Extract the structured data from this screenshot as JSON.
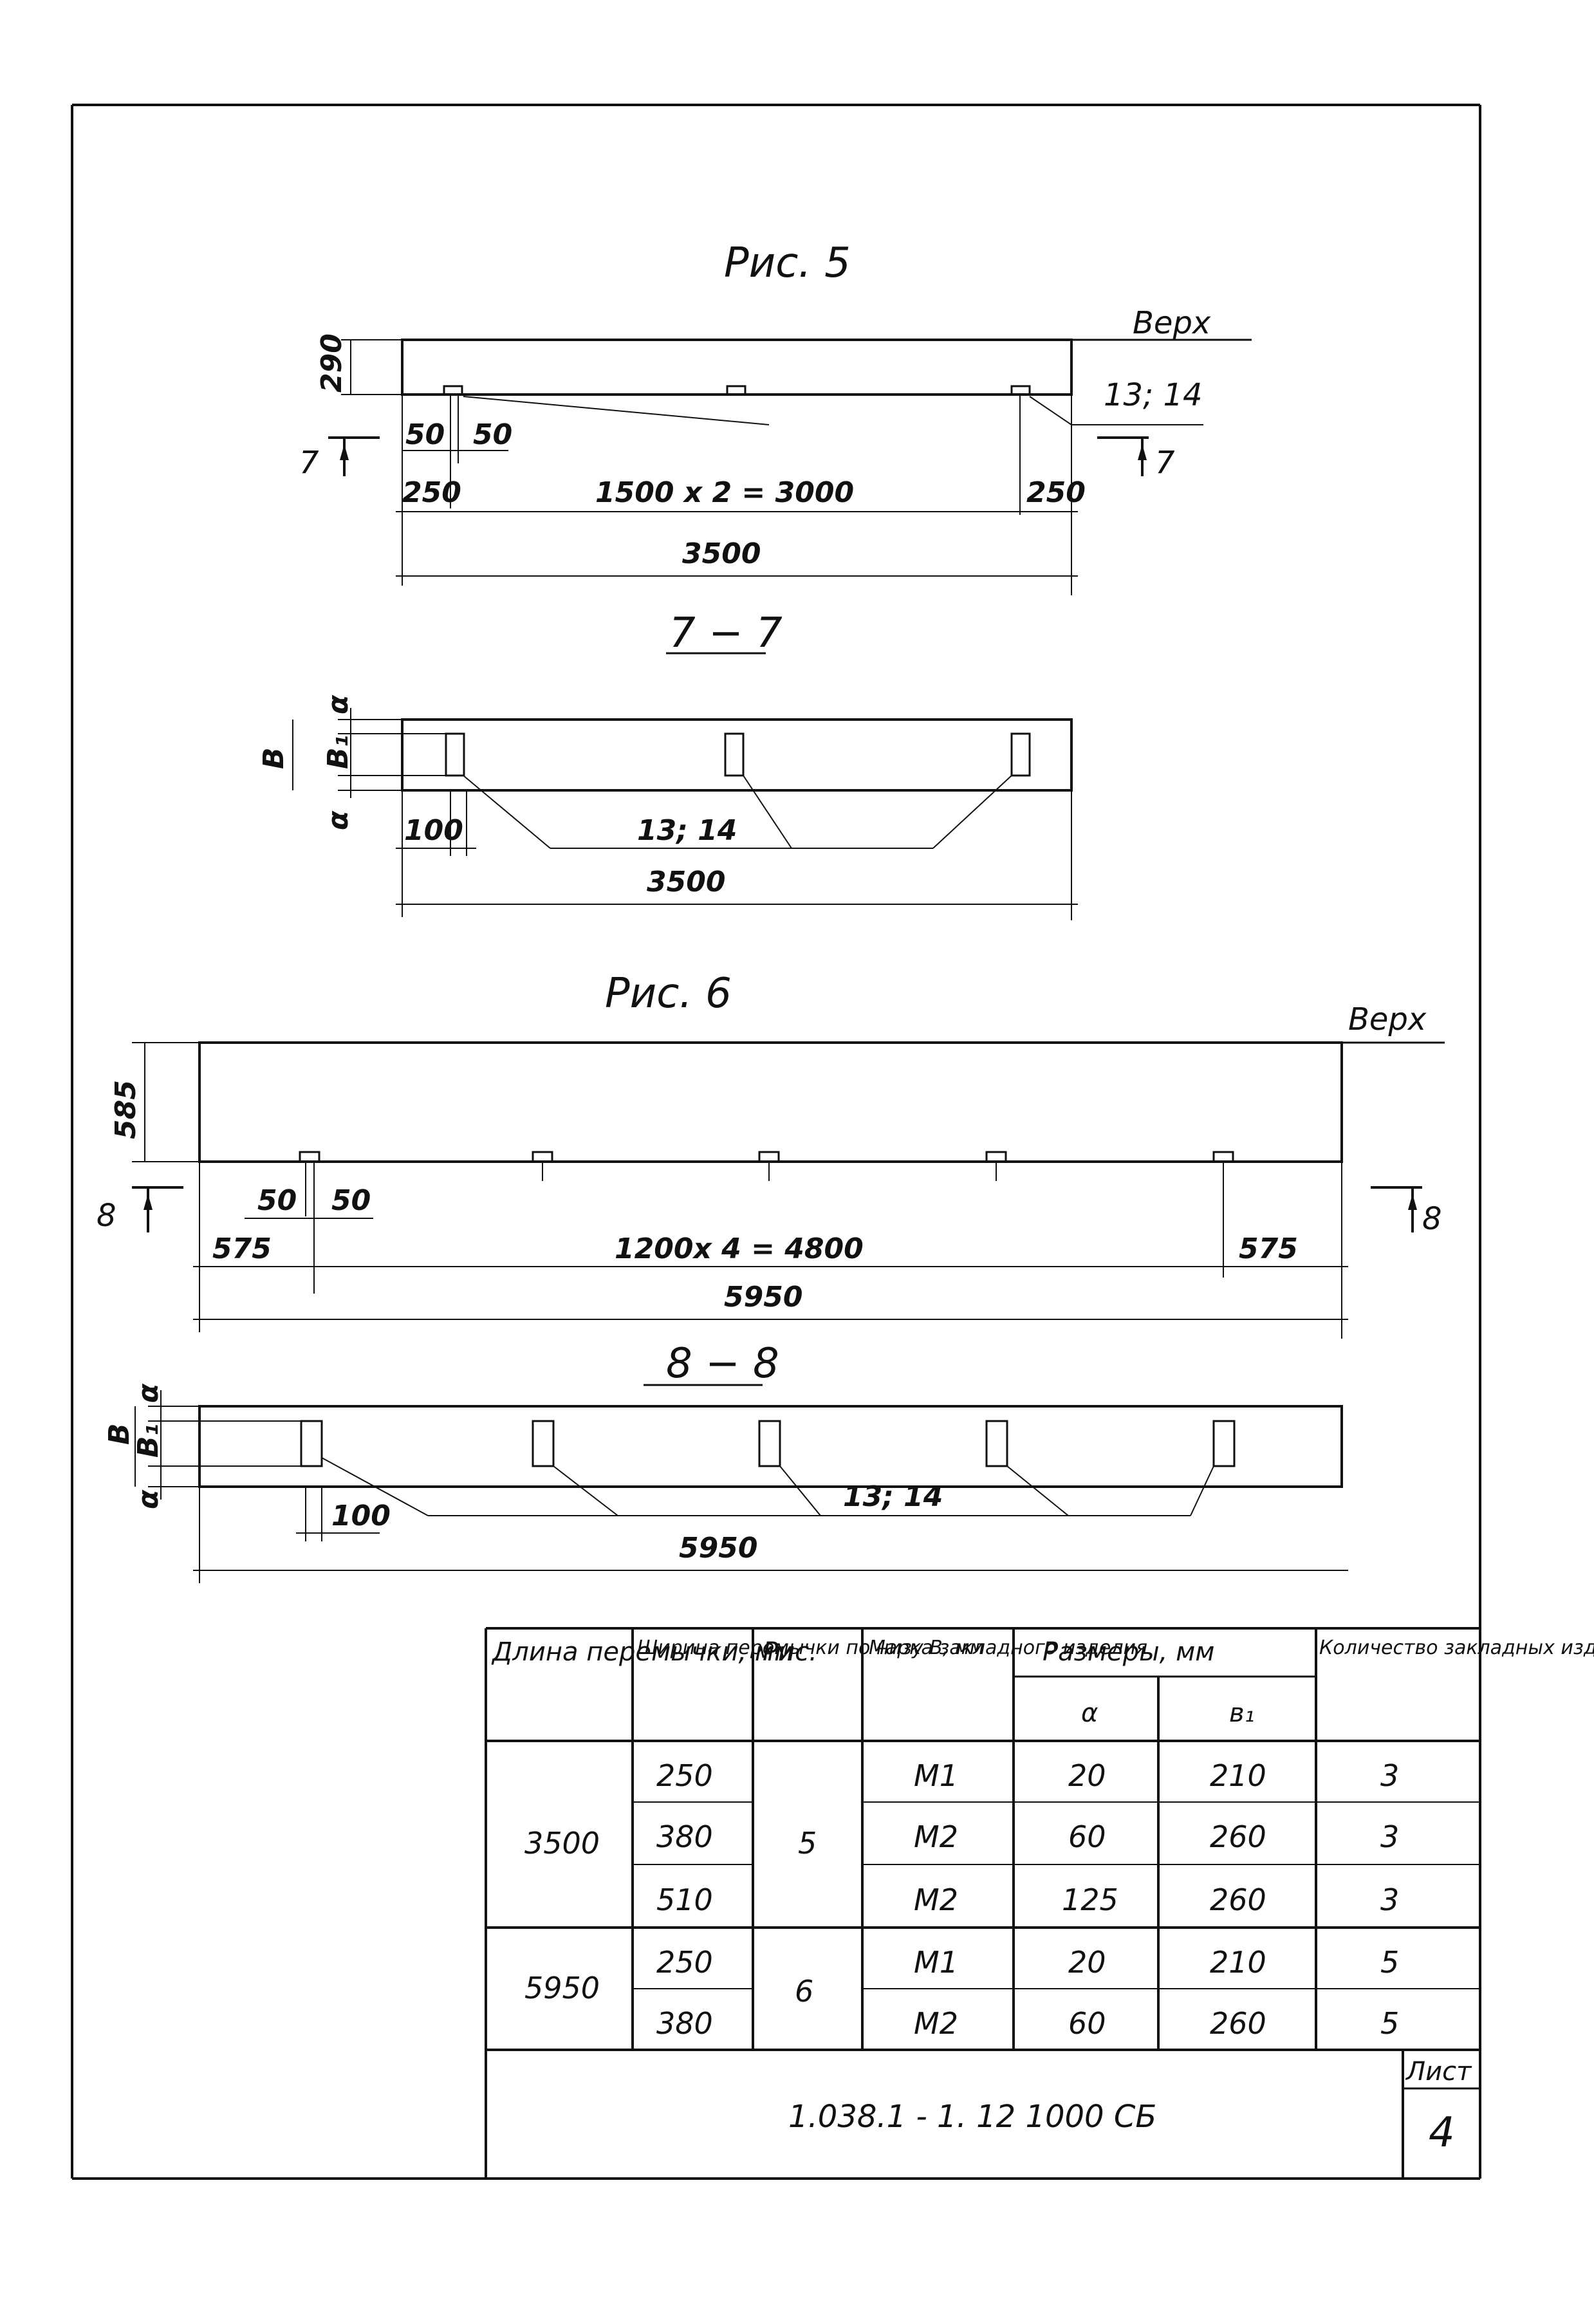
{
  "fig5": {
    "title": "Рис. 5",
    "top_label": "Верх",
    "height_dim": "290",
    "spacing_left": "50",
    "spacing_right": "50",
    "edge_left": "250",
    "edge_right": "250",
    "span": "1500 х 2 = 3000",
    "total": "3500",
    "callout": "13; 14",
    "section_mark_left": "7",
    "section_mark_right": "7"
  },
  "section77": {
    "title": "7 − 7",
    "dim_a_top": "α",
    "dim_b": "В",
    "dim_b1": "В₁",
    "dim_a_bottom": "α",
    "offset": "100",
    "callout": "13; 14",
    "total": "3500"
  },
  "fig6": {
    "title": "Рис. 6",
    "top_label": "Верх",
    "height_dim": "585",
    "spacing_left": "50",
    "spacing_right": "50",
    "edge_left": "575",
    "edge_right": "575",
    "span": "1200х 4 = 4800",
    "total": "5950",
    "section_mark_left": "8",
    "section_mark_right": "8"
  },
  "section88": {
    "title": "8 − 8",
    "dim_a_top": "α",
    "dim_b": "В",
    "dim_b1": "В₁",
    "dim_a_bottom": "α",
    "offset": "100",
    "callout": "13; 14",
    "total": "5950"
  },
  "table": {
    "headers": {
      "length": "Длина перемычки, мм",
      "width": "Ширина перемычки по низу В, мм",
      "fig": "Рис.",
      "mark": "Марка закладного изделия",
      "sizes": "Размеры, мм",
      "size_a": "α",
      "size_b1": "в₁",
      "count": "Количество закладных изделий в перемычке"
    },
    "groups": [
      {
        "length": "3500",
        "fig": "5",
        "rows": [
          {
            "width": "250",
            "mark": "М1",
            "a": "20",
            "b1": "210",
            "count": "3"
          },
          {
            "width": "380",
            "mark": "М2",
            "a": "60",
            "b1": "260",
            "count": "3"
          },
          {
            "width": "510",
            "mark": "М2",
            "a": "125",
            "b1": "260",
            "count": "3"
          }
        ]
      },
      {
        "length": "5950",
        "fig": "6",
        "rows": [
          {
            "width": "250",
            "mark": "М1",
            "a": "20",
            "b1": "210",
            "count": "5"
          },
          {
            "width": "380",
            "mark": "М2",
            "a": "60",
            "b1": "260",
            "count": "5"
          }
        ]
      }
    ]
  },
  "stamp": {
    "code": "1.038.1 - 1. 12 1000 СБ",
    "sheet_label": "Лист",
    "sheet_number": "4"
  }
}
